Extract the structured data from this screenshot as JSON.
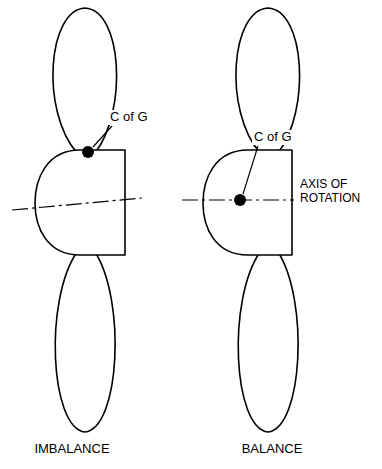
{
  "diagram": {
    "labels": [
      "C of G",
      "C of G",
      "AXIS OF ROTATION",
      "IMBALANCE",
      "BALANCE"
    ]
  }
}
